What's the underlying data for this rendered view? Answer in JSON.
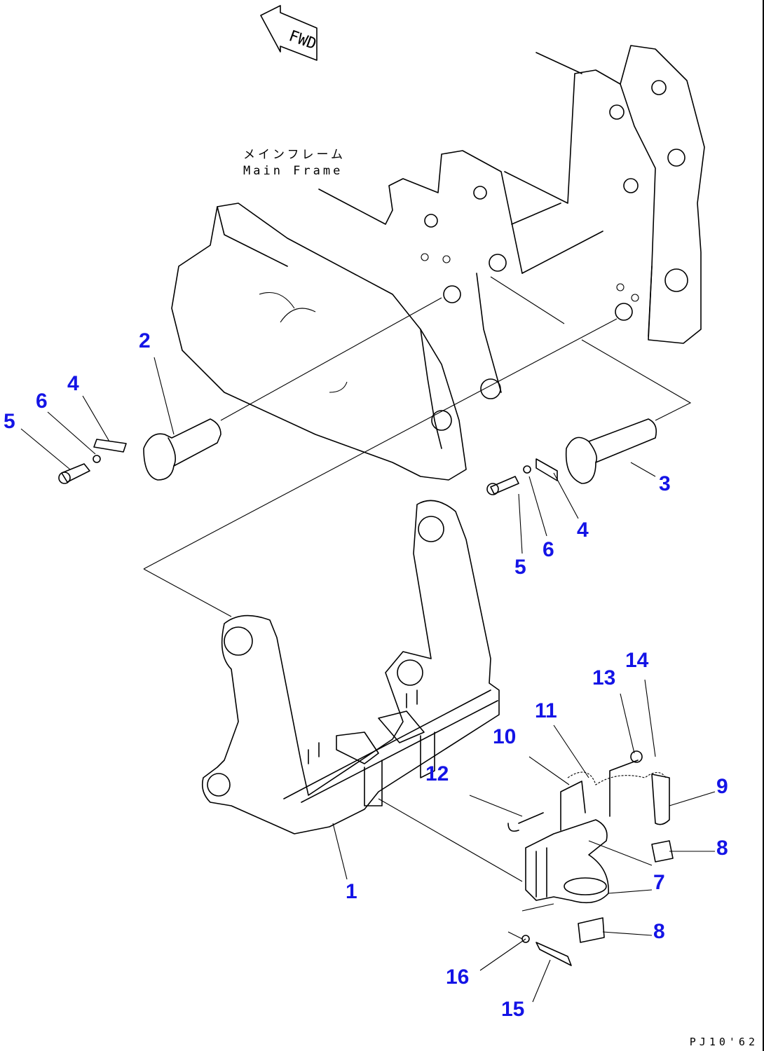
{
  "fwd_label": "FWD",
  "main_frame_label_jp": "メインフレーム",
  "main_frame_label_en": "Main Frame",
  "drawing_code": "PJ10'62",
  "callout_color": "#1414e6",
  "callouts": [
    "1",
    "2",
    "3",
    "4",
    "4",
    "5",
    "5",
    "6",
    "6",
    "7",
    "8",
    "8",
    "9",
    "10",
    "11",
    "12",
    "13",
    "14",
    "15",
    "16"
  ]
}
